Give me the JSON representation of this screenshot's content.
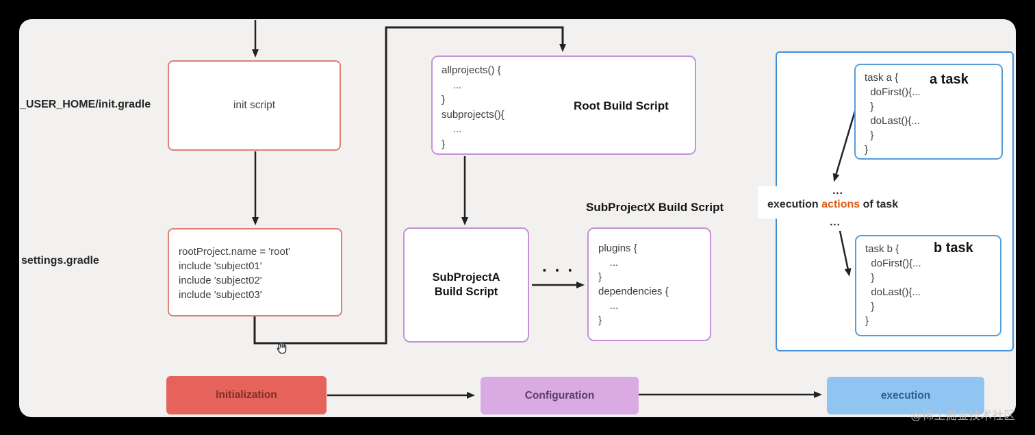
{
  "left_labels": {
    "init_gradle": "_USER_HOME/init.gradle",
    "settings_gradle": "settings.gradle"
  },
  "init_box": {
    "label": "init script"
  },
  "settings_box": {
    "lines": [
      "rootProject.name = 'root'",
      "include 'subject01'",
      "include 'subject02'",
      "include 'subject03'"
    ]
  },
  "root_build": {
    "code": [
      "allprojects() {",
      "    ...",
      "}",
      "subprojects(){",
      "    ...",
      "}"
    ],
    "label": "Root Build Script"
  },
  "sub_project_a": {
    "title_line1": "SubProjectA",
    "title_line2": "Build Script"
  },
  "sub_project_x": {
    "heading": "SubProjectX Build Script",
    "code": [
      "plugins {",
      "    ...",
      "}",
      "dependencies {",
      "    ...",
      "}"
    ]
  },
  "ellipsis_between_projects": "· · ·",
  "task_a": {
    "code": [
      "task a {",
      "  doFirst(){...",
      "  }",
      "  doLast(){...",
      "  }",
      "}"
    ],
    "label": "a task"
  },
  "task_b": {
    "code": [
      "task b {",
      "  doFirst(){...",
      "  }",
      "  doLast(){...",
      "  }",
      "}"
    ],
    "label": "b task"
  },
  "execution_note": {
    "dots_top": "...",
    "text_before": "execution ",
    "highlight": "actions",
    "text_after": " of task",
    "dots_bottom": "..."
  },
  "phases": {
    "initialization": {
      "label": "Initialization",
      "bg": "#e5635b",
      "fg": "#7d2f28"
    },
    "configuration": {
      "label": "Configuration",
      "bg": "#d9abe2",
      "fg": "#5e3a6e"
    },
    "execution": {
      "label": "execution",
      "bg": "#90c5f1",
      "fg": "#2f5e88"
    }
  },
  "watermark": "@稀土掘金技术社区",
  "colors": {
    "background": "#f2f1ef",
    "frame": "#000000",
    "red_border": "#dd8076",
    "purple_border": "#c492d6",
    "blue_border_outer": "#3f8fd8",
    "blue_border_inner": "#559ddb",
    "arrow": "#222222",
    "actions_highlight": "#e05a10"
  }
}
